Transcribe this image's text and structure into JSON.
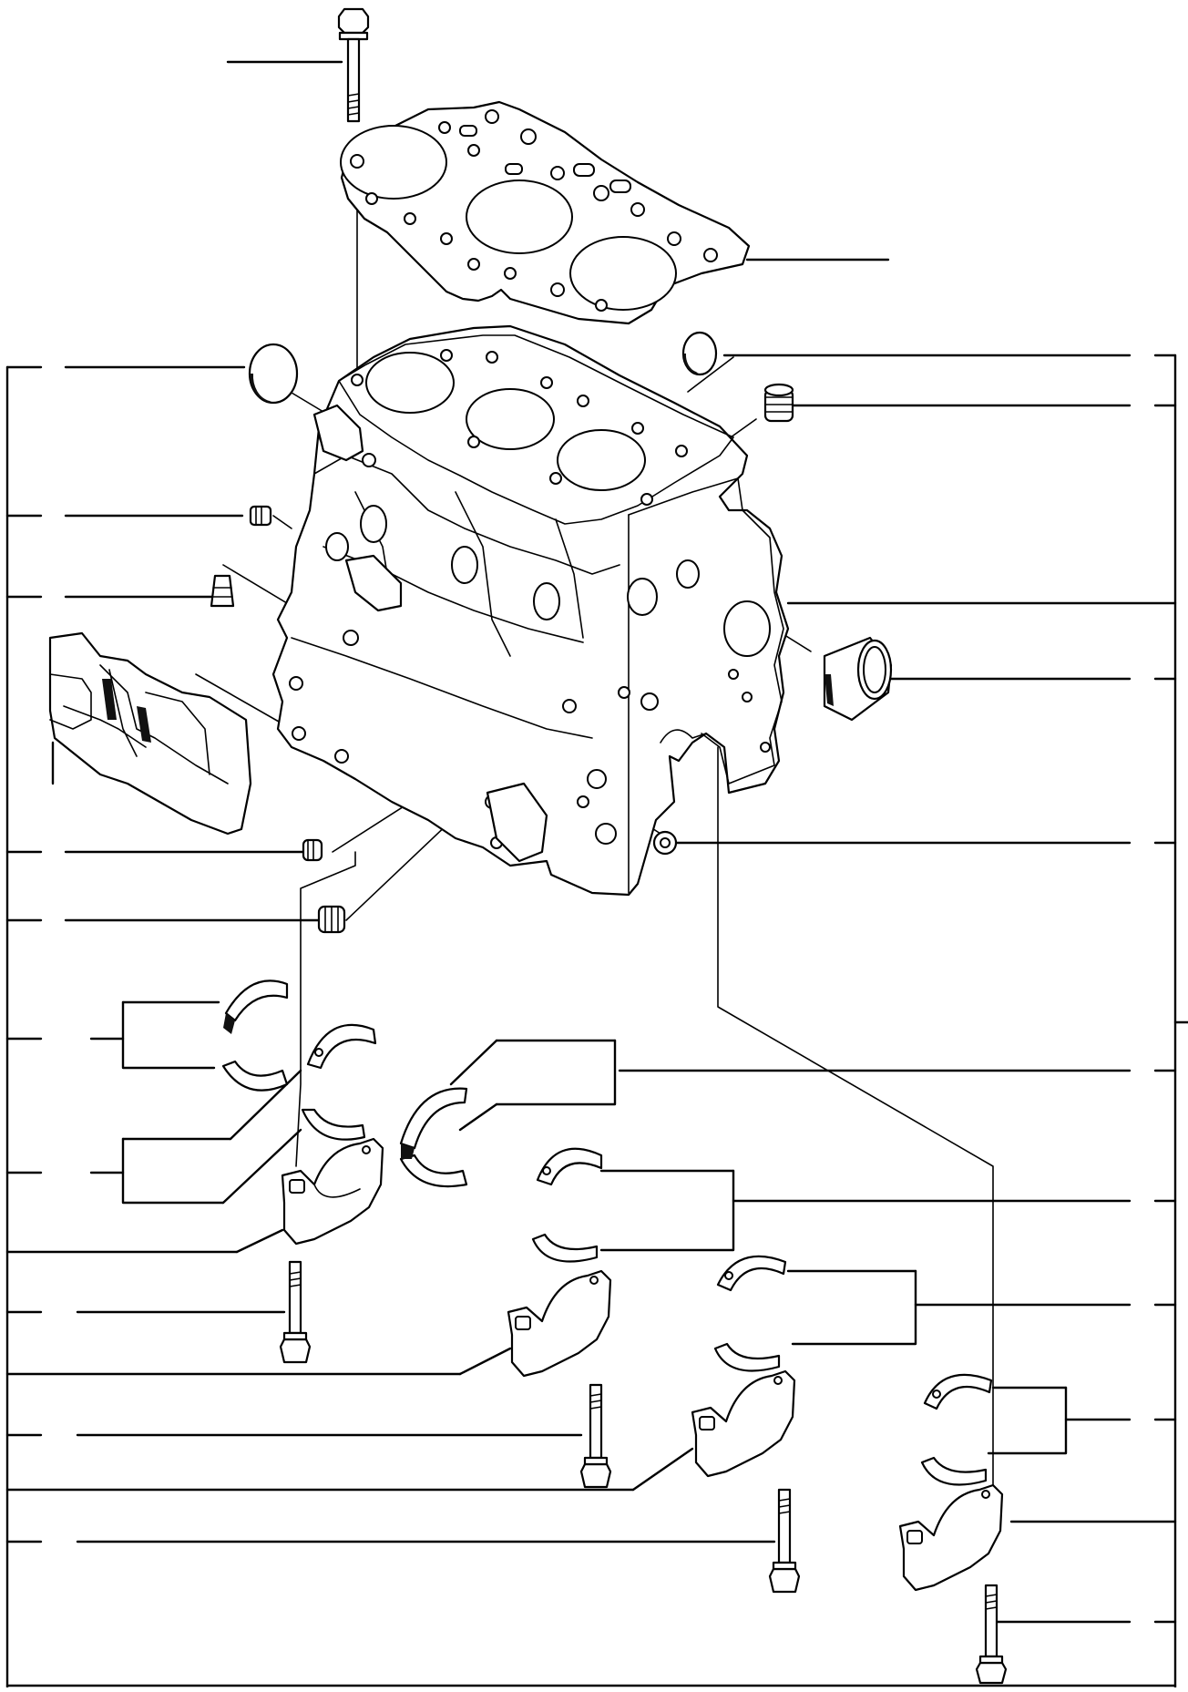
{
  "diagram": {
    "kind": "exploded-parts-view",
    "subject": "cylinder-block-assembly",
    "line_color": "#000000",
    "background": "#ffffff",
    "parts": [
      "head-bolt",
      "cylinder-head-gasket",
      "cylinder-block",
      "expansion-plug-left",
      "expansion-plug-right",
      "threaded-plug",
      "oil-gallery-plug",
      "tapered-plug",
      "bushing",
      "small-plug",
      "water-jacket-plug",
      "side-cover",
      "thrust-washer-upper",
      "thrust-washer-lower",
      "main-bearing-shells",
      "main-bearing-caps",
      "main-bearing-cap-bolts"
    ]
  }
}
